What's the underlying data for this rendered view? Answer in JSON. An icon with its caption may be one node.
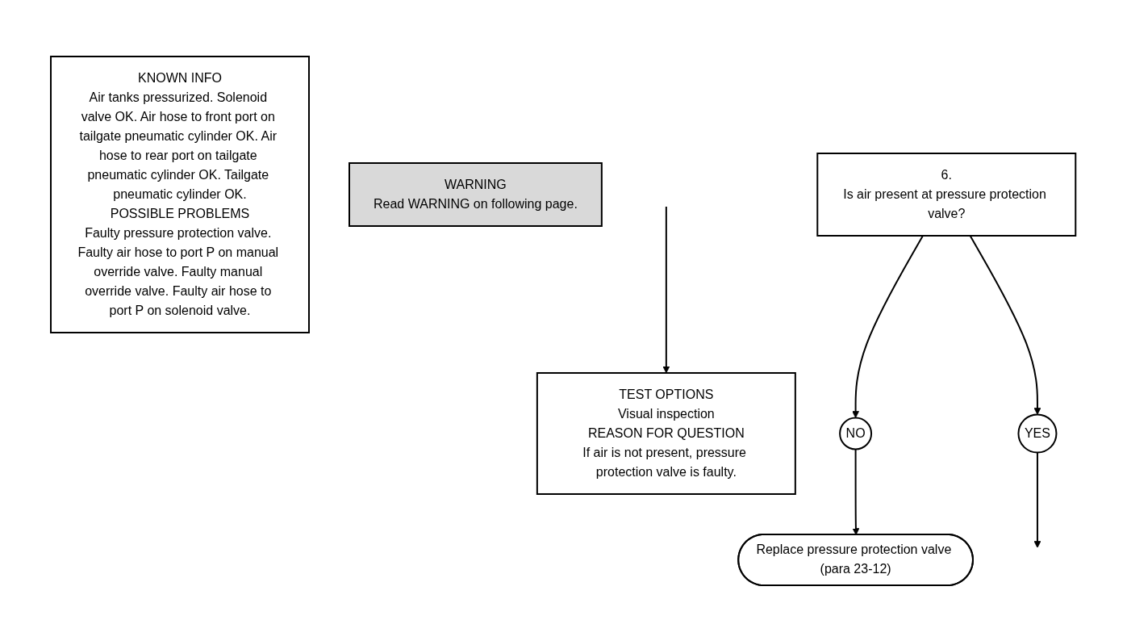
{
  "diagram": {
    "nodes": [
      {
        "text": [
          "KNOWN INFO",
          "Air tanks pressurized. Solenoid valve OK. Air hose to front port on tailgate pneumatic cylinder OK. Air hose to rear port on tailgate pneumatic cylinder OK. Tailgate pneumatic cylinder OK.",
          "POSSIBLE PROBLEMS",
          "Faulty pressure protection valve. Faulty air hose to port P on manual override valve. Faulty manual override valve. Faulty air hose to port P on solenoid valve."
        ]
      },
      {
        "text": [
          "WARNING",
          "Read WARNING on following page."
        ]
      },
      {
        "text": [
          "6.",
          "Is air present at pressure protection valve?"
        ]
      },
      {
        "text": [
          "TEST OPTIONS",
          "Visual inspection",
          "REASON FOR QUESTION",
          "If air is not present, pressure protection valve is faulty."
        ]
      },
      {
        "text": [
          "NO"
        ]
      },
      {
        "text": [
          "YES"
        ]
      },
      {
        "text": [
          "Replace pressure protection valve (para 23-12)"
        ]
      }
    ],
    "edges": [
      {
        "from": 2,
        "to": 4,
        "arrow": "to"
      },
      {
        "from": 2,
        "to": 5,
        "arrow": "to"
      },
      {
        "from": 4,
        "to": 6,
        "arrow": "to"
      },
      {
        "from": 5,
        "to": null,
        "arrow": "to"
      },
      {
        "from": null,
        "to": 3,
        "arrow": "to"
      }
    ]
  }
}
